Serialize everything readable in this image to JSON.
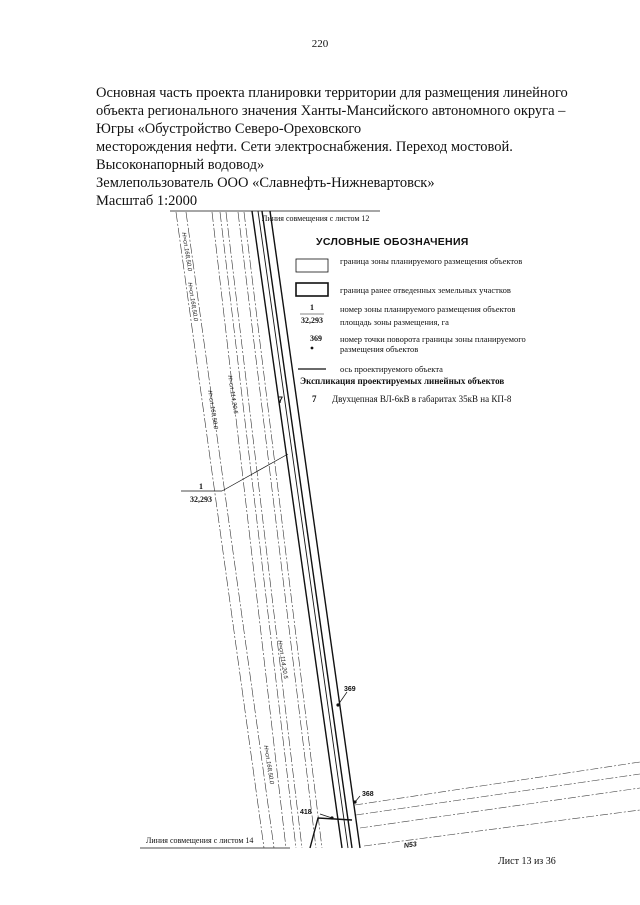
{
  "page_number": "220",
  "title_lines": [
    "Основная часть проекта планировки территории  для размещения линейного",
    "объекта регионального значения Ханты-Мансийского автономного округа –",
    "Югры «Обустройство Северо-Ореховского",
    "месторождения нефти. Сети электроснабжения. Переход мостовой.",
    "Высоконапорный водовод»",
    "Землепользователь ООО «Славнефть-Нижневартовск»",
    "Масштаб 1:2000"
  ],
  "match_lines": {
    "top": "Линия совмещения с листом 12",
    "bottom": "Линия совмещения с листом 14"
  },
  "legend": {
    "title": "УСЛОВНЫЕ ОБОЗНАЧЕНИЯ",
    "items": [
      {
        "text": "граница зоны планируемого размещения объектов"
      },
      {
        "text": "граница ранее отведенных земельных участков"
      },
      {
        "num_top": "1",
        "num_bottom": "32,293",
        "text_1": "номер зоны планируемого размещения объектов",
        "text_2": "площадь зоны размещения, га"
      },
      {
        "num": "369",
        "text": "номер точки поворота границы зоны планируемого размещения объектов"
      },
      {
        "text": "ось проектируемого объекта"
      }
    ]
  },
  "explication": {
    "title": "Экспликация проектируемых линейных объектов",
    "items": [
      {
        "num": "7",
        "text": "Двухцепная ВЛ-6кВ в габаритах 35кВ на КП-8"
      }
    ]
  },
  "map": {
    "zone_number": "1",
    "zone_area": "32,293",
    "object_label": "7",
    "points": [
      "369",
      "368",
      "418"
    ],
    "road_label": "N53",
    "easement_labels": [
      "Н=сп.168,50.0",
      "Н=сп.168,50.0",
      "Н=сп.114,20.5",
      "Н=сп.168,50.0",
      "Н=сп.114,20.5",
      "Н=сп.168,50.0"
    ]
  },
  "sheet": "Лист 13 из 36"
}
